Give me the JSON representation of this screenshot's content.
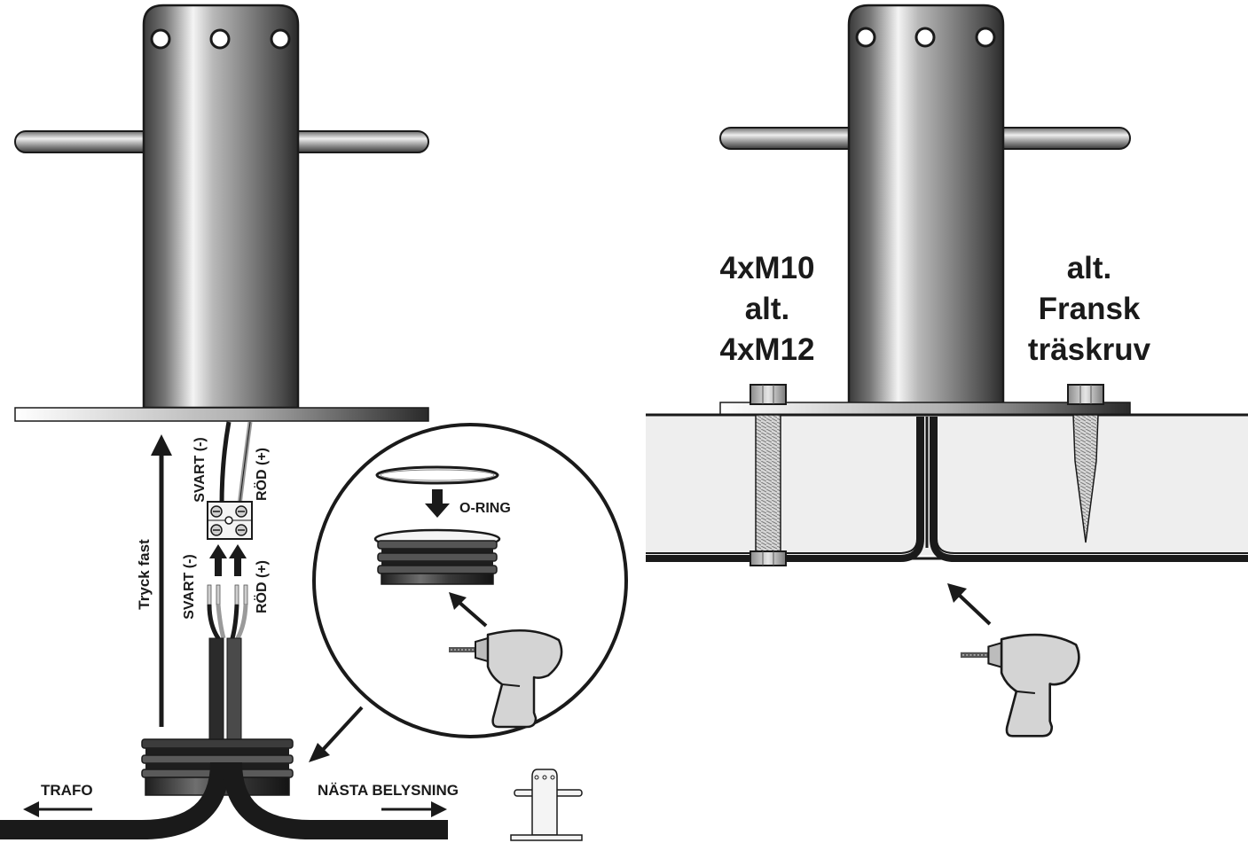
{
  "left_panel": {
    "wire_top_black": "SVART (-)",
    "wire_top_red": "RÖD (+)",
    "wire_bottom_black": "SVART (-)",
    "wire_bottom_red": "RÖD (+)",
    "push_label": "Tryck fast",
    "trafo_label": "TRAFO",
    "next_label": "NÄSTA BELYSNING"
  },
  "detail_circle": {
    "oring_label": "O-RING"
  },
  "right_panel": {
    "bolt_label_1": "4xM10",
    "bolt_label_2": "alt.",
    "bolt_label_3": "4xM12",
    "screw_label_1": "alt.",
    "screw_label_2": "Fransk",
    "screw_label_3": "träskruv"
  },
  "colors": {
    "metal_dark": "#5a5a5a",
    "metal_light": "#f2f2f2",
    "ink": "#1a1a1a",
    "wood": "#eeeeee",
    "drill": "#d4d4d4"
  }
}
